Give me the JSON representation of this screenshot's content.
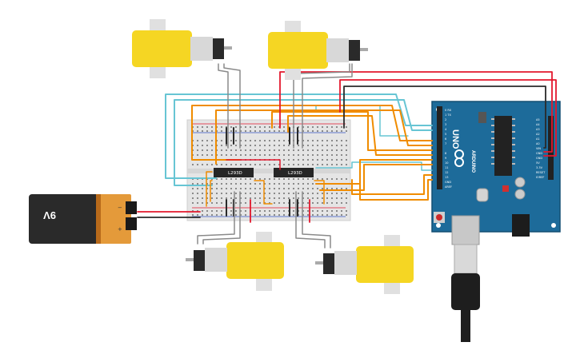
{
  "battery": {
    "label": "9V",
    "minus": "−",
    "plus": "+"
  },
  "breadboard": {
    "chips": [
      {
        "label": "L293D"
      },
      {
        "label": "L293D"
      }
    ]
  },
  "arduino": {
    "board_label": "UNO",
    "brand_label": "ARDUINO",
    "header_labels_left": [
      "0 RX",
      "1 TX",
      "2",
      "3",
      "4",
      "5",
      "6",
      "7",
      "8",
      "9",
      "10",
      "11",
      "12",
      "13",
      "GND",
      "AREF"
    ],
    "header_labels_right": [
      "A5",
      "A4",
      "A3",
      "A2",
      "A1",
      "A0",
      "VIN",
      "GND",
      "GND",
      "5V",
      "3.3V",
      "RESET",
      "IOREF"
    ]
  },
  "colors": {
    "orange": "#f08c00",
    "cyan": "#67c5d4",
    "red": "#e3182d",
    "black": "#2a2a2a",
    "gray": "#8a8a8a",
    "motor_yellow": "#f5d623",
    "arduino_blue": "#1d6b9a"
  }
}
